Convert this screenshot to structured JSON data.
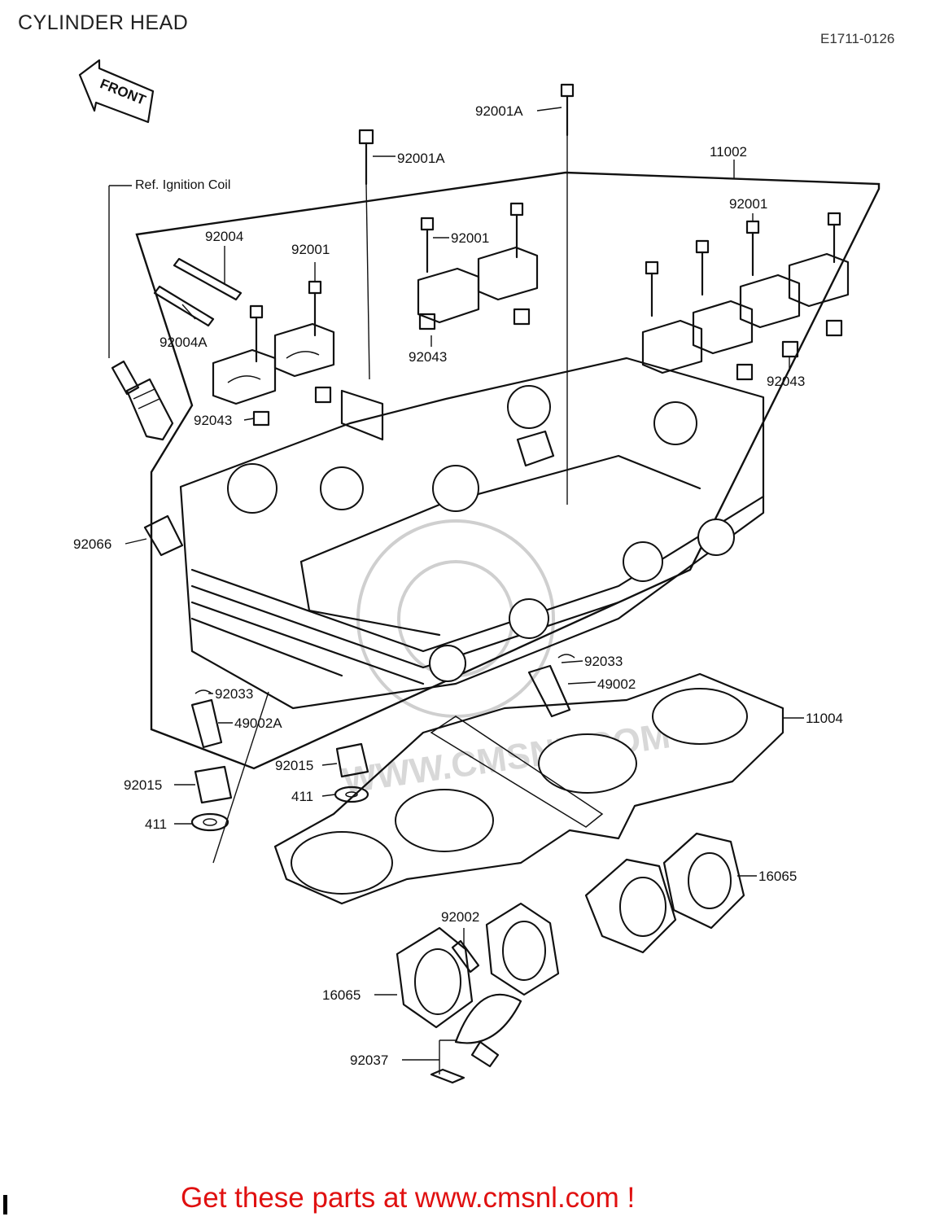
{
  "header": {
    "title": "CYLINDER HEAD",
    "code": "E1711-0126"
  },
  "front_arrow": {
    "label": "FRONT"
  },
  "reference_note": "Ref. Ignition Coil",
  "callouts": [
    {
      "id": "c-92001a-top",
      "label": "92001A"
    },
    {
      "id": "c-92001a-left",
      "label": "92001A"
    },
    {
      "id": "c-11002",
      "label": "11002"
    },
    {
      "id": "c-92001-right",
      "label": "92001"
    },
    {
      "id": "c-92004",
      "label": "92004"
    },
    {
      "id": "c-92001-left",
      "label": "92001"
    },
    {
      "id": "c-92001-mid",
      "label": "92001"
    },
    {
      "id": "c-92004a",
      "label": "92004A"
    },
    {
      "id": "c-92043-mid",
      "label": "92043"
    },
    {
      "id": "c-92043-right",
      "label": "92043"
    },
    {
      "id": "c-92043-left",
      "label": "92043"
    },
    {
      "id": "c-92066",
      "label": "92066"
    },
    {
      "id": "c-92033-right",
      "label": "92033"
    },
    {
      "id": "c-49002",
      "label": "49002"
    },
    {
      "id": "c-11004",
      "label": "11004"
    },
    {
      "id": "c-92033-left",
      "label": "92033"
    },
    {
      "id": "c-49002a",
      "label": "49002A"
    },
    {
      "id": "c-92015-mid",
      "label": "92015"
    },
    {
      "id": "c-92015-left",
      "label": "92015"
    },
    {
      "id": "c-411-mid",
      "label": "411"
    },
    {
      "id": "c-411-left",
      "label": "411"
    },
    {
      "id": "c-16065-right",
      "label": "16065"
    },
    {
      "id": "c-92002",
      "label": "92002"
    },
    {
      "id": "c-16065-left",
      "label": "16065"
    },
    {
      "id": "c-92037",
      "label": "92037"
    }
  ],
  "watermark": {
    "text": "WWW.CMSNL.COM"
  },
  "footer": {
    "promo": "Get these parts at www.cmsnl.com !"
  }
}
